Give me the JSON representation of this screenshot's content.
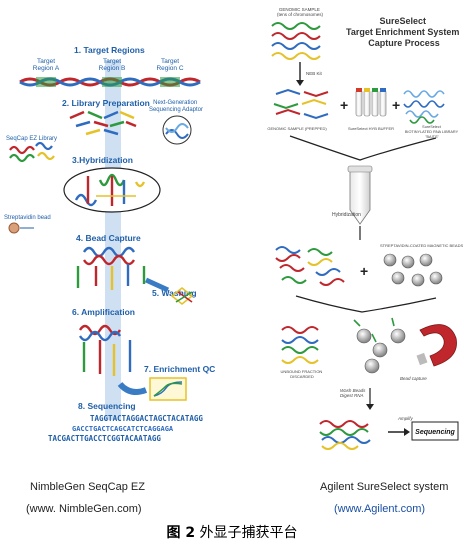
{
  "left": {
    "steps": [
      {
        "label": "1. Target Regions"
      },
      {
        "label": "2. Library Preparation"
      },
      {
        "label": "3.Hybridization"
      },
      {
        "label": "4. Bead Capture"
      },
      {
        "label": "5. Washing"
      },
      {
        "label": "6. Amplification"
      },
      {
        "label": "7. Enrichment QC"
      },
      {
        "label": "8. Sequencing"
      }
    ],
    "regions": [
      {
        "label": "Target\nRegion A"
      },
      {
        "label": "Target\nRegion B"
      },
      {
        "label": "Target\nRegion C"
      }
    ],
    "adaptor_label": "Next-Generation\nSequencing Adaptor",
    "library_label": "SeqCap EZ Library",
    "bead_label": "Streptavidin bead",
    "sequences": [
      "TAGGTACTAGGACTAGCTACATAGG",
      "GACCTGACTCAGCATCTCAGGAGA",
      "TACGACTTGACCTCGGTACAATAGG"
    ],
    "caption": "NimbleGen SeqCap EZ",
    "caption_url": "(www. NimbleGen.com)"
  },
  "right": {
    "title": "SureSelect\nTarget Enrichment System\nCapture Process",
    "genomic_sample": "GENOMIC SAMPLE\n(tens of chromosomes)",
    "prep_label": "NEB Kit",
    "genomic_prepped": "GENOMIC SAMPLE (PREPPED)",
    "hyb_buffer": "SureSelect HYB BUFFER",
    "baits": "SureSelect BIOTINYLATED RNA LIBRARY \"BAITS\"",
    "hybridization": "Hybridization",
    "beads": "STREPTAVIDIN-COATED MAGNETIC BEADS",
    "unbound": "UNBOUND FRACTION DISCARDED",
    "bead_capture": "Bead capture",
    "wash": "Wash Beads\nDigest RNA",
    "amplify": "Amplify",
    "sequencing": "Sequencing",
    "caption": "Agilent SureSelect system",
    "caption_url": "(www.Agilent.com)"
  },
  "figure_caption": {
    "number": "图 2",
    "text": "外显子捕获平台"
  },
  "colors": {
    "step_blue": "#1f5fa8",
    "arrow_blue": "#3a7cc4",
    "magnet_red": "#c0272d",
    "dna_red": "#d23a2a",
    "dna_green": "#2e9a3e",
    "dna_blue": "#2f6cc0",
    "dna_yellow": "#e6c229"
  }
}
